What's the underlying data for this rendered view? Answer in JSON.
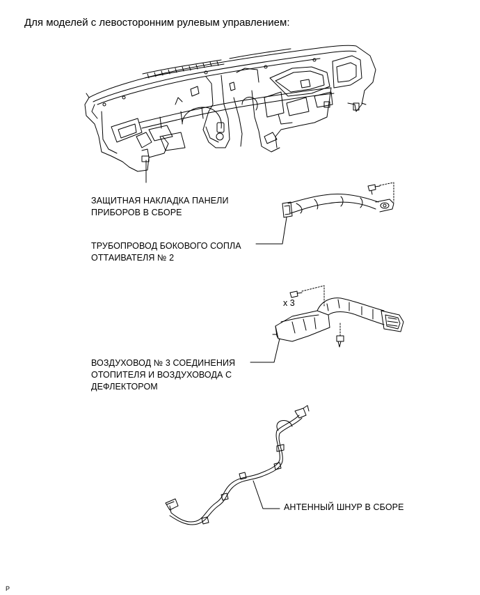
{
  "heading": "Для моделей с левосторонним рулевым управлением:",
  "labels": {
    "panel_line1": "ЗАЩИТНАЯ НАКЛАДКА ПАНЕЛИ",
    "panel_line2": "ПРИБОРОВ В СБОРЕ",
    "duct2_line1": "ТРУБОПРОВОД БОКОВОГО СОПЛА",
    "duct2_line2": "ОТТАИВАТЕЛЯ № 2",
    "duct3_line1": "ВОЗДУХОВОД № 3 СОЕДИНЕНИЯ",
    "duct3_line2": "ОТОПИТЕЛЯ И ВОЗДУХОВОДА С",
    "duct3_line3": "ДЕФЛЕКТОРОМ",
    "antenna": "АНТЕННЫЙ ШНУР В СБОРЕ"
  },
  "quantity": "x 3",
  "corner_mark": "P"
}
